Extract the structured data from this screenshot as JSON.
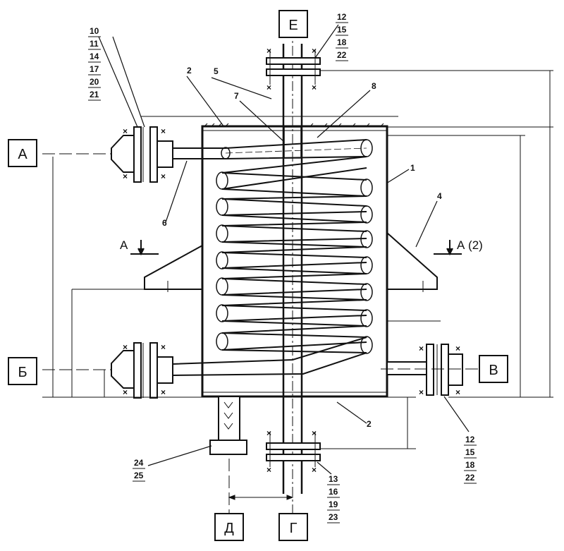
{
  "ports": {
    "A": "А",
    "B": "Б",
    "V": "В",
    "G": "Г",
    "D": "Д",
    "E": "Е"
  },
  "section": {
    "left": "А",
    "right": "А (2)"
  },
  "parts": {
    "p1": "1",
    "p2_top": "2",
    "p2_bottom": "2",
    "p4": "4",
    "p5": "5",
    "p6": "6",
    "p7": "7",
    "p8": "8"
  },
  "stacks": {
    "top_left": [
      "10",
      "11",
      "14",
      "17",
      "20",
      "21"
    ],
    "top_right": [
      "12",
      "15",
      "18",
      "22"
    ],
    "right_bottom": [
      "12",
      "15",
      "18",
      "22"
    ],
    "bottom_mid": [
      "13",
      "16",
      "19",
      "23"
    ],
    "bottom_left": [
      "24",
      "25"
    ]
  }
}
